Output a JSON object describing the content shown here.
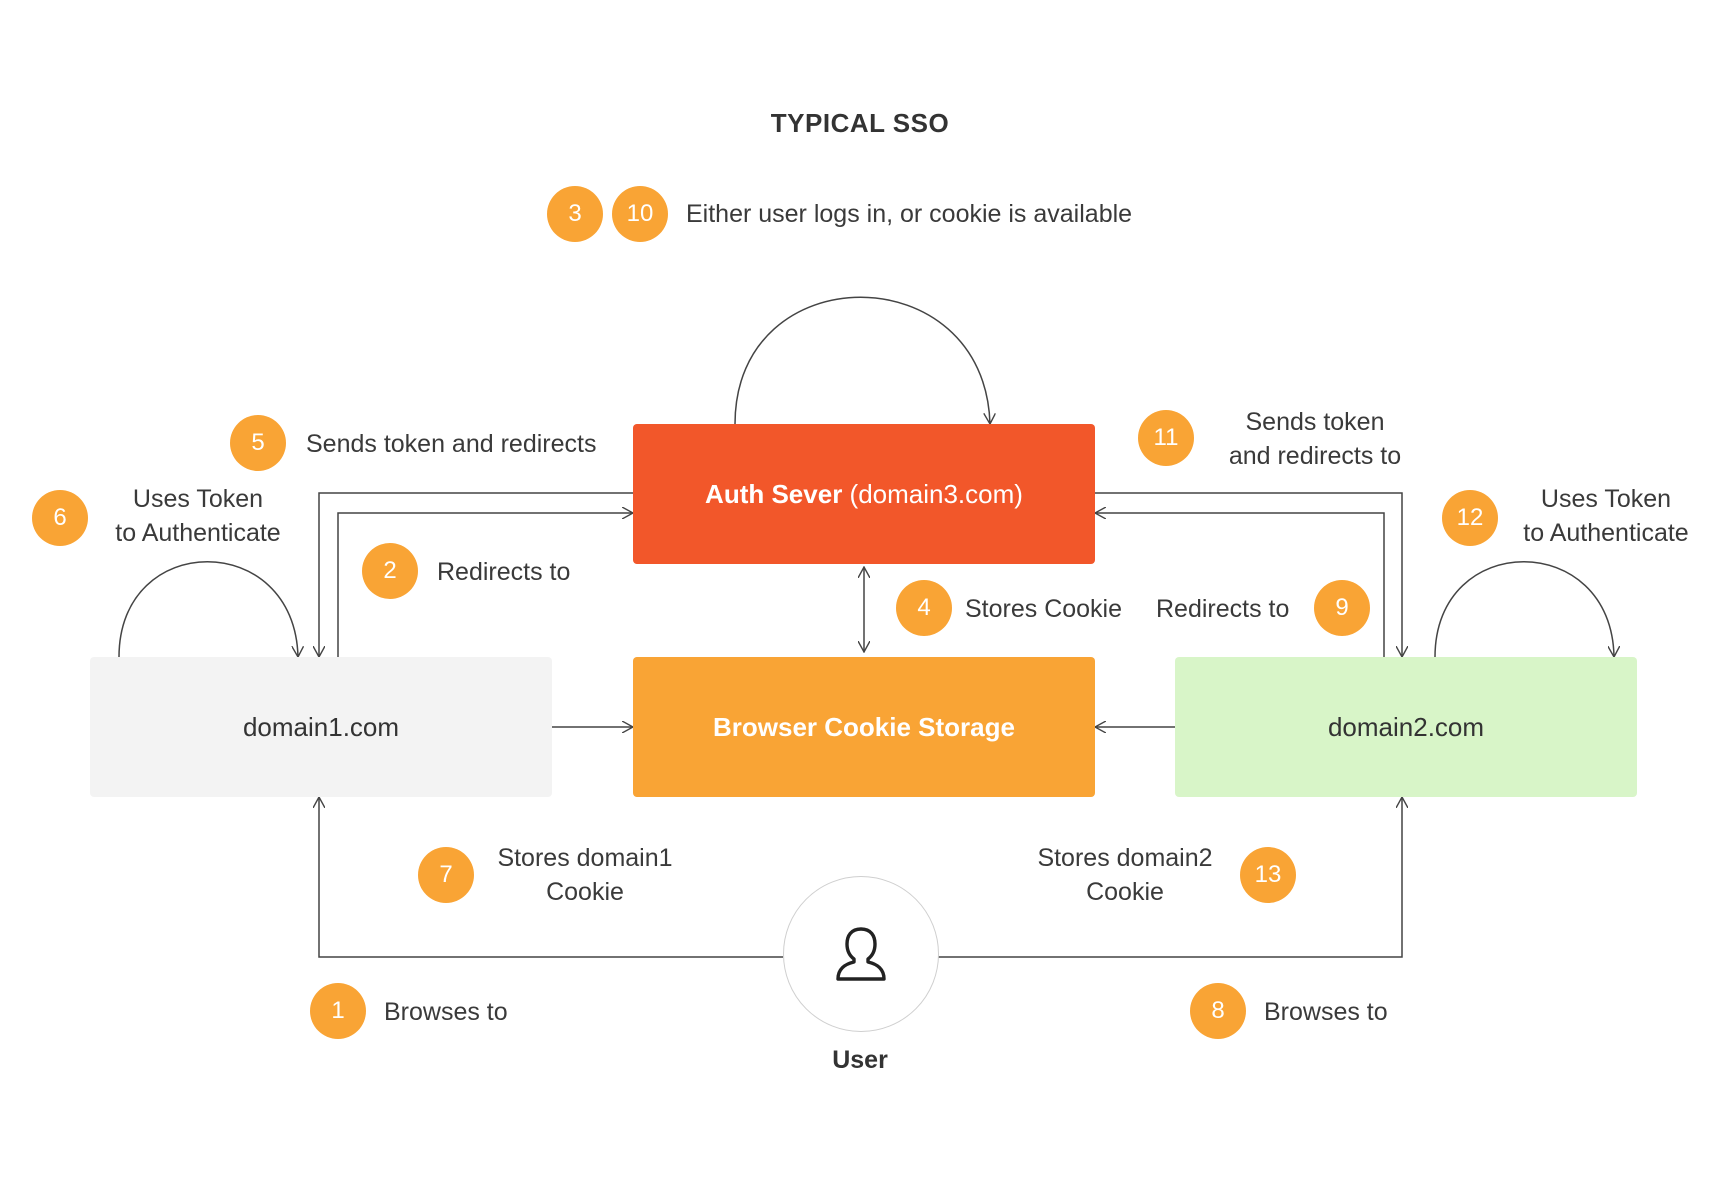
{
  "title": "TYPICAL SSO",
  "nodes": {
    "auth_bold": "Auth Sever",
    "auth_rest": " (domain3.com)",
    "cookie_storage": "Browser Cookie Storage",
    "domain1": "domain1.com",
    "domain2": "domain2.com",
    "user": "User"
  },
  "steps": {
    "s1": {
      "num": "1",
      "label": "Browses to"
    },
    "s2": {
      "num": "2",
      "label": "Redirects to"
    },
    "s3": {
      "num": "3"
    },
    "s10": {
      "num": "10",
      "label": "Either user logs in, or cookie is available"
    },
    "s4": {
      "num": "4",
      "label": "Stores Cookie"
    },
    "s5": {
      "num": "5",
      "label": "Sends token and redirects"
    },
    "s6": {
      "num": "6",
      "line1": "Uses Token",
      "line2": "to Authenticate"
    },
    "s7": {
      "num": "7",
      "line1": "Stores domain1",
      "line2": "Cookie"
    },
    "s8": {
      "num": "8",
      "label": "Browses to"
    },
    "s9": {
      "num": "9",
      "label": "Redirects to"
    },
    "s11": {
      "num": "11",
      "line1": "Sends token",
      "line2": "and redirects to"
    },
    "s12": {
      "num": "12",
      "line1": "Uses Token",
      "line2": "to Authenticate"
    },
    "s13": {
      "num": "13",
      "line1": "Stores domain2",
      "line2": "Cookie"
    }
  },
  "colors": {
    "badge": "#f9a435",
    "auth": "#f2572a",
    "cookie": "#f9a435",
    "domain1": "#f3f3f3",
    "domain2": "#d8f5c8"
  },
  "icons": [
    "user-icon"
  ]
}
